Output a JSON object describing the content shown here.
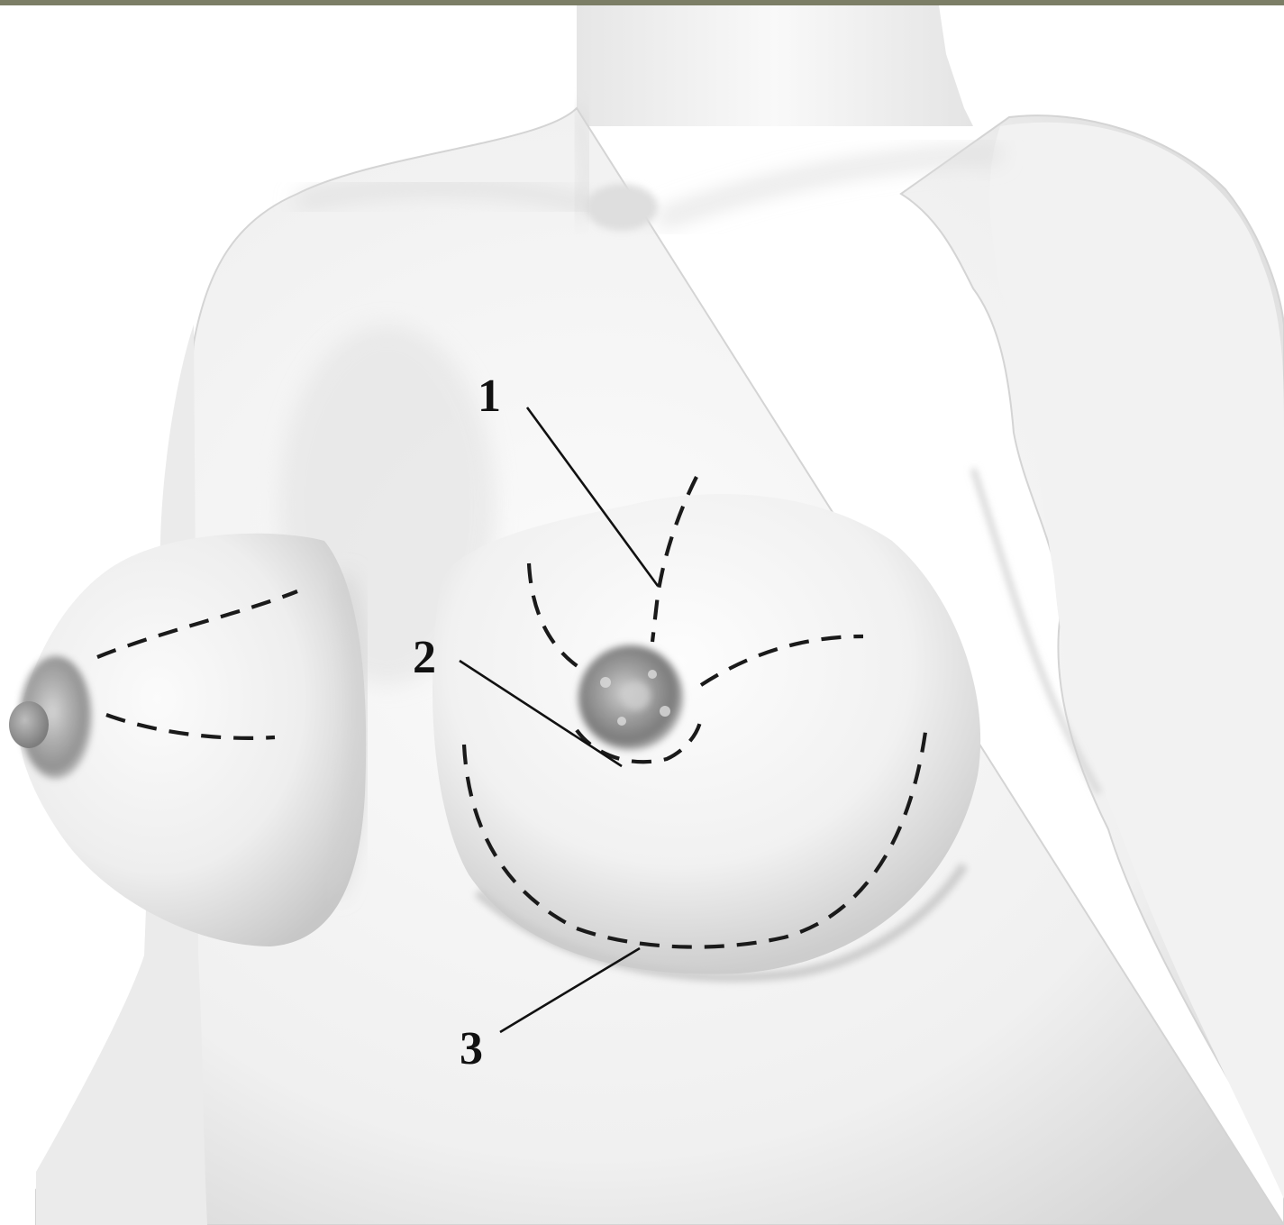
{
  "figure": {
    "colors": {
      "frame_bar": "#7c7e66",
      "skin_light": "#f7f7f7",
      "skin_shadow": "#c9c9c9",
      "areola": "#8a8a8a",
      "incision_line": "#1a1a1a"
    },
    "callouts": [
      {
        "id": "1",
        "label": "1"
      },
      {
        "id": "2",
        "label": "2"
      },
      {
        "id": "3",
        "label": "3"
      }
    ]
  }
}
